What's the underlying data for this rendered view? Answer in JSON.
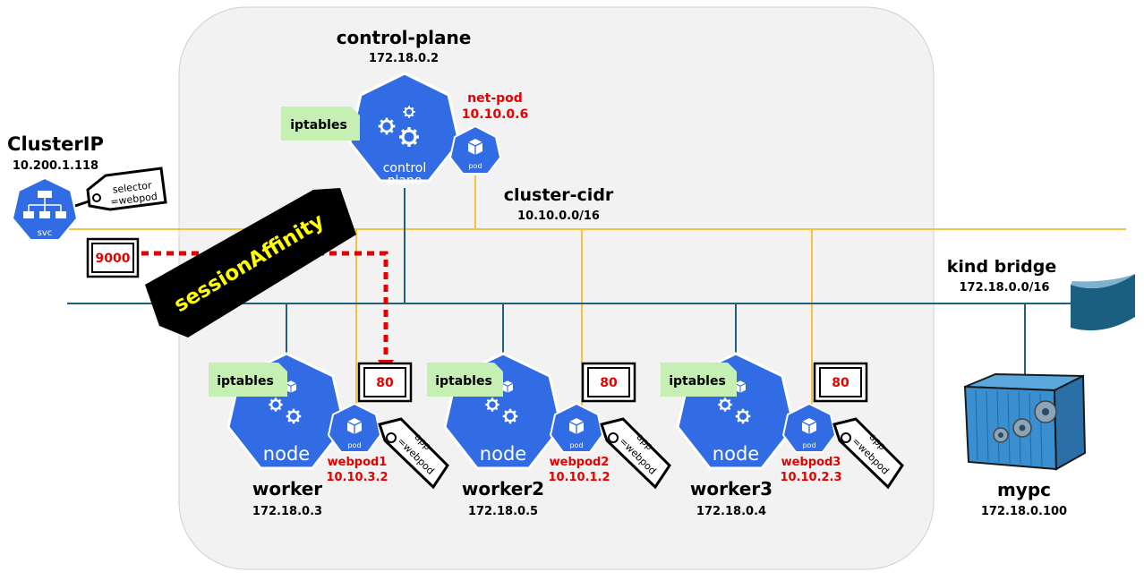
{
  "control_plane": {
    "name": "control-plane",
    "ip": "172.18.0.2",
    "icon_text_1": "control",
    "icon_text_2": "plane",
    "iptables": "iptables",
    "pod_name": "net-pod",
    "pod_ip": "10.10.0.6",
    "pod_icon_label": "pod"
  },
  "cluster_ip": {
    "title": "ClusterIP",
    "ip": "10.200.1.118",
    "icon_label": "svc",
    "selector_line1": "selector",
    "selector_line2": "=webpod",
    "port": "9000"
  },
  "session_affinity": "sessionAffinity",
  "cluster_cidr": {
    "name": "cluster-cidr",
    "cidr": "10.10.0.0/16"
  },
  "kind_bridge": {
    "name": "kind bridge",
    "cidr": "172.18.0.0/16"
  },
  "workers": [
    {
      "name": "worker",
      "ip": "172.18.0.3",
      "iptables": "iptables",
      "node_label": "node",
      "pod_name": "webpod1",
      "pod_ip": "10.10.3.2",
      "pod_icon_label": "pod",
      "port": "80",
      "tag_line1": "app",
      "tag_line2": "=webpod"
    },
    {
      "name": "worker2",
      "ip": "172.18.0.5",
      "iptables": "iptables",
      "node_label": "node",
      "pod_name": "webpod2",
      "pod_ip": "10.10.1.2",
      "pod_icon_label": "pod",
      "port": "80",
      "tag_line1": "app",
      "tag_line2": "=webpod"
    },
    {
      "name": "worker3",
      "ip": "172.18.0.4",
      "iptables": "iptables",
      "node_label": "node",
      "pod_name": "webpod3",
      "pod_ip": "10.10.2.3",
      "pod_icon_label": "pod",
      "port": "80",
      "tag_line1": "app",
      "tag_line2": "=webpod"
    }
  ],
  "mypc": {
    "name": "mypc",
    "ip": "172.18.0.100"
  },
  "colors": {
    "k8s_blue": "#326ce5",
    "pod_cidr_line": "#f5c242",
    "bridge_line": "#1f5f7f",
    "iptables_bg": "#c6efb3",
    "cluster_bg": "#f2f2f2",
    "affinity_arrow": "#e60000",
    "affinity_banner": "#000000",
    "affinity_text": "#ffff00"
  }
}
